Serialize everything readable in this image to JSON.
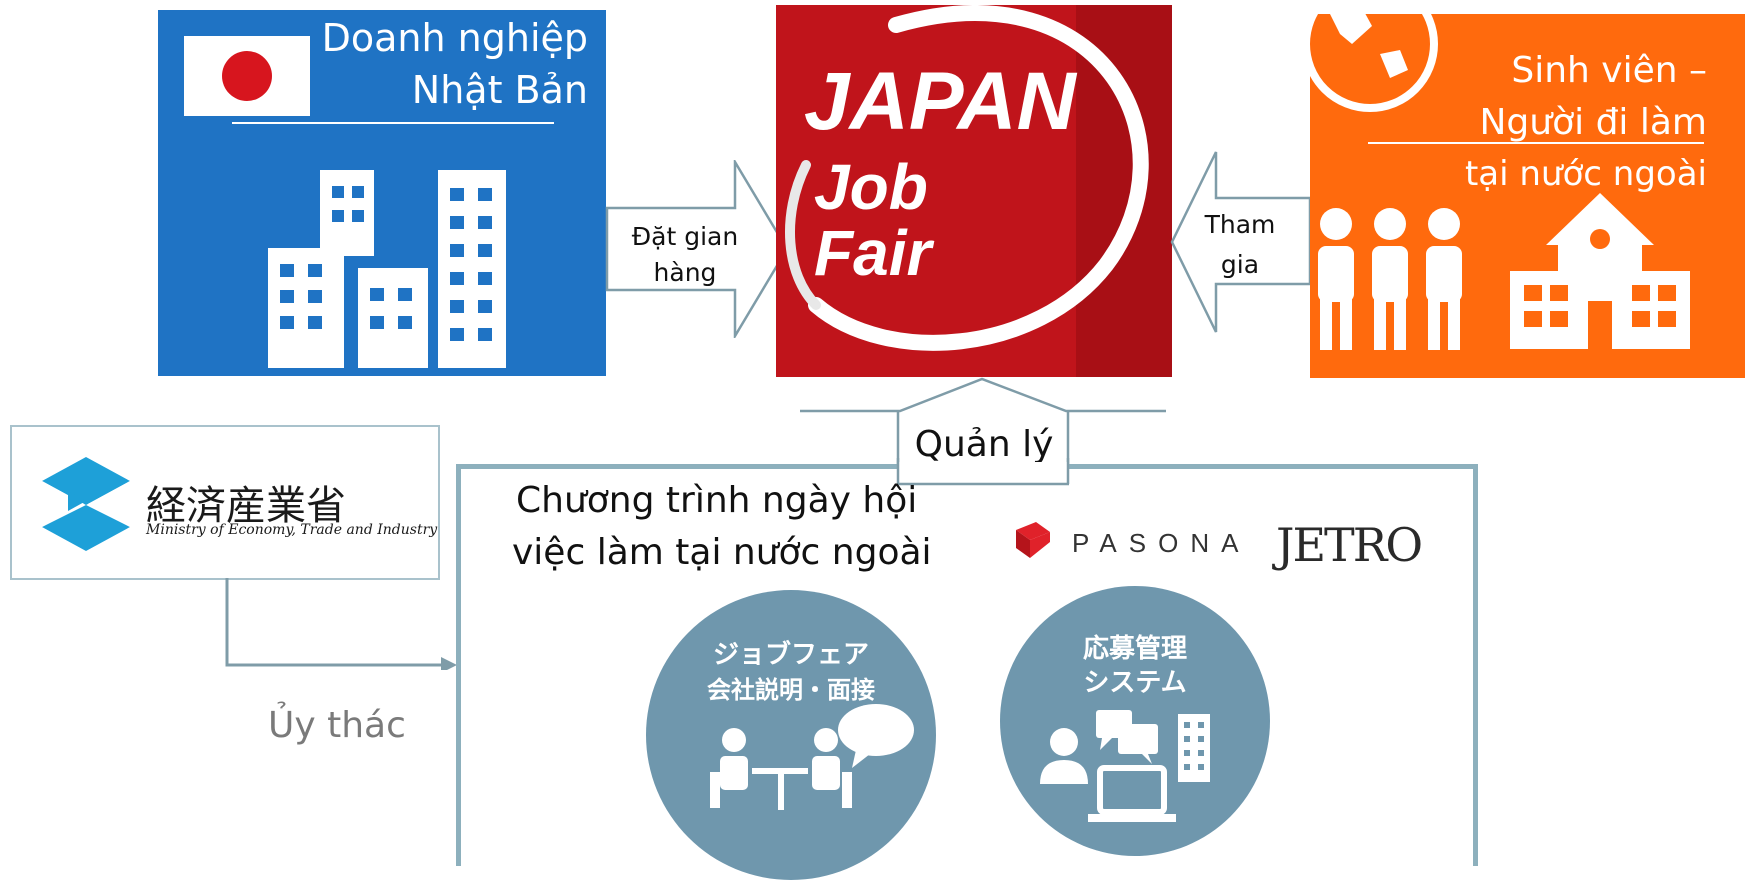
{
  "companies": {
    "title_line1": "Doanh nghiệp",
    "title_line2": "Nhật Bản",
    "color": "#1f73c4"
  },
  "fair": {
    "line1": "JAPAN",
    "line2": "Job",
    "line3": "Fair",
    "color": "#c0141b"
  },
  "students": {
    "line1": "Sinh viên –",
    "line2": "Người đi làm",
    "line3": "tại nước ngoài",
    "color": "#ff6a0d"
  },
  "arrows": {
    "left_line1": "Đặt gian",
    "left_line2": "hàng",
    "right_line1": "Tham",
    "right_line2": "gia",
    "up_label": "Quản lý",
    "entrust_label": "Ủy thác",
    "stroke_color": "#7f9ca8"
  },
  "meti": {
    "kanji": "経済産業省",
    "english": "Ministry of Economy, Trade and Industry"
  },
  "program": {
    "title_line1": "Chương trình ngày hội",
    "title_line2": "việc làm tại nước ngoài",
    "pasona": "PASONA",
    "jetro": "JETRO",
    "circle1_line1": "ジョブフェア",
    "circle1_line2": "会社説明・面接",
    "circle2_line1": "応募管理",
    "circle2_line2": "システム",
    "circle_color": "#6f97ad"
  }
}
